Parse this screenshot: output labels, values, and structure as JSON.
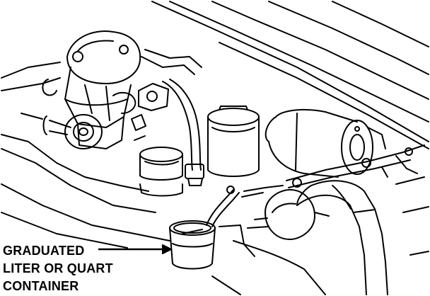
{
  "callout": {
    "line1": "GRADUATED",
    "line2": "LITER OR QUART",
    "line3": "CONTAINER"
  },
  "colors": {
    "ink": "#000000",
    "paper": "#ffffff"
  }
}
